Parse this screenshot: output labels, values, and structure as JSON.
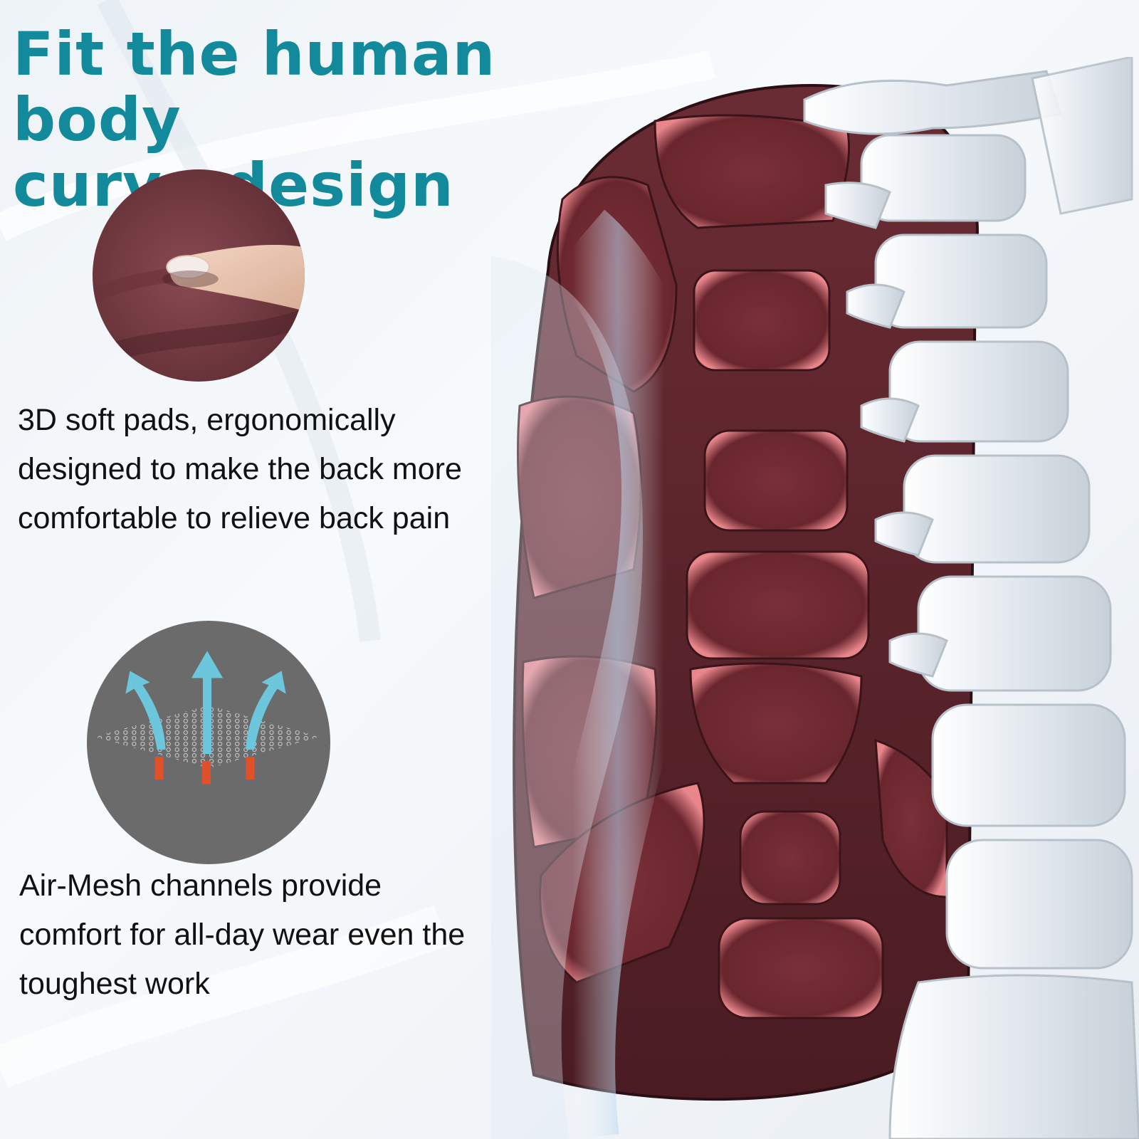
{
  "headline": {
    "line1": "Fit the human body",
    "line2": "curve design"
  },
  "features": [
    {
      "icon": "finger-press-pad-icon",
      "text": "3D soft pads, ergonomically designed to make the back more comfortable to relieve back pain"
    },
    {
      "icon": "air-mesh-airflow-icon",
      "text": "Air-Mesh channels provide comfort for all-day wear even the toughest work"
    }
  ],
  "colors": {
    "headline": "#128a9c",
    "pad_fabric": "#7a3a40",
    "pad_glow": "#e8868c",
    "mesh_bg": "#6b6b6b",
    "airflow_arrow": "#6cc6dc",
    "airflow_source": "#e0502a",
    "spine": "#e8edf2"
  }
}
